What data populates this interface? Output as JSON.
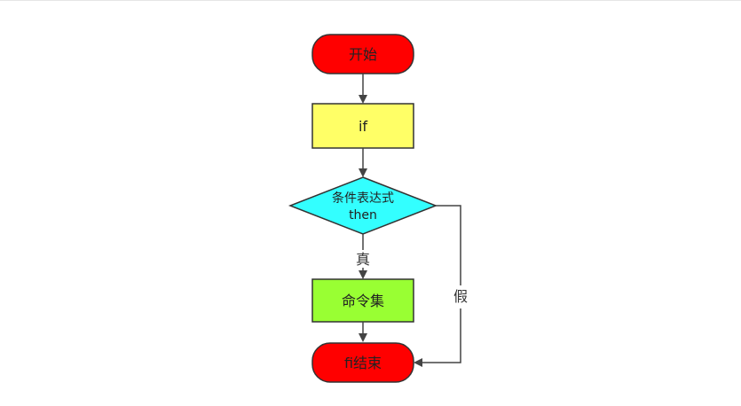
{
  "nodes": {
    "start": {
      "label": "开始",
      "fill": "#ff0000"
    },
    "if": {
      "label": "if",
      "fill": "#ffff66"
    },
    "condition": {
      "line1": "条件表达式",
      "line2": "then",
      "fill": "#33ffff"
    },
    "commands": {
      "label": "命令集",
      "fill": "#99ff33"
    },
    "end": {
      "label": "fi结束",
      "fill": "#ff0000"
    }
  },
  "edges": {
    "true_label": "真",
    "false_label": "假"
  },
  "colors": {
    "stroke": "#333333",
    "line": "#444444"
  }
}
